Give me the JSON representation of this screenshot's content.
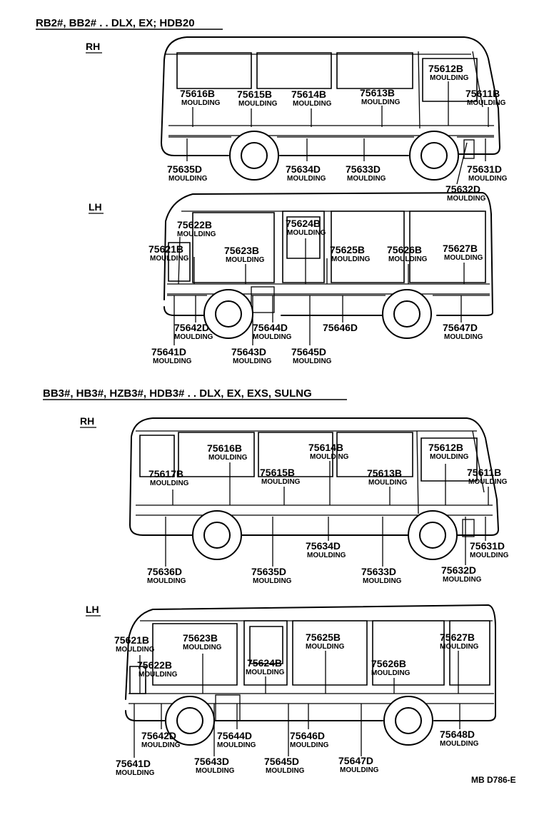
{
  "headers": {
    "section1": "RB2#, BB2# . . DLX, EX; HDB20",
    "section2": "BB3#, HB3#, HZB3#, HDB3# . . DLX, EX, EXS, SULNG"
  },
  "sides": {
    "rh": "RH",
    "lh": "LH"
  },
  "moulding": "MOULDING",
  "reference_code": "MB D786-E",
  "parts": {
    "s1_rh": [
      {
        "pn": "75616B",
        "moulding": true
      },
      {
        "pn": "75615B",
        "moulding": true
      },
      {
        "pn": "75614B",
        "moulding": true
      },
      {
        "pn": "75613B",
        "moulding": true
      },
      {
        "pn": "75612B",
        "moulding": true
      },
      {
        "pn": "75611B",
        "moulding": true
      },
      {
        "pn": "75635D",
        "moulding": true
      },
      {
        "pn": "75634D",
        "moulding": true
      },
      {
        "pn": "75633D",
        "moulding": true
      },
      {
        "pn": "75631D",
        "moulding": true
      },
      {
        "pn": "75632D",
        "moulding": true
      }
    ],
    "s1_lh": [
      {
        "pn": "75622B",
        "moulding": true
      },
      {
        "pn": "75624B",
        "moulding": true
      },
      {
        "pn": "75621B",
        "moulding": true
      },
      {
        "pn": "75623B",
        "moulding": true
      },
      {
        "pn": "75625B",
        "moulding": true
      },
      {
        "pn": "75626B",
        "moulding": true
      },
      {
        "pn": "75627B",
        "moulding": true
      },
      {
        "pn": "75642D",
        "moulding": true
      },
      {
        "pn": "75644D",
        "moulding": true
      },
      {
        "pn": "75646D",
        "moulding": false
      },
      {
        "pn": "75647D",
        "moulding": true
      },
      {
        "pn": "75641D",
        "moulding": true
      },
      {
        "pn": "75643D",
        "moulding": true
      },
      {
        "pn": "75645D",
        "moulding": true
      }
    ],
    "s2_rh": [
      {
        "pn": "75616B",
        "moulding": true
      },
      {
        "pn": "75614B",
        "moulding": true
      },
      {
        "pn": "75612B",
        "moulding": true
      },
      {
        "pn": "75617B",
        "moulding": true
      },
      {
        "pn": "75615B",
        "moulding": true
      },
      {
        "pn": "75613B",
        "moulding": true
      },
      {
        "pn": "75611B",
        "moulding": true
      },
      {
        "pn": "75634D",
        "moulding": true
      },
      {
        "pn": "75631D",
        "moulding": true
      },
      {
        "pn": "75636D",
        "moulding": true
      },
      {
        "pn": "75635D",
        "moulding": true
      },
      {
        "pn": "75633D",
        "moulding": true
      },
      {
        "pn": "75632D",
        "moulding": true
      }
    ],
    "s2_lh": [
      {
        "pn": "75621B",
        "moulding": true
      },
      {
        "pn": "75623B",
        "moulding": true
      },
      {
        "pn": "75625B",
        "moulding": true
      },
      {
        "pn": "75627B",
        "moulding": true
      },
      {
        "pn": "75622B",
        "moulding": true
      },
      {
        "pn": "75624B",
        "moulding": true
      },
      {
        "pn": "75626B",
        "moulding": true
      },
      {
        "pn": "75642D",
        "moulding": true
      },
      {
        "pn": "75644D",
        "moulding": true
      },
      {
        "pn": "75646D",
        "moulding": true
      },
      {
        "pn": "75648D",
        "moulding": true
      },
      {
        "pn": "75641D",
        "moulding": true
      },
      {
        "pn": "75643D",
        "moulding": true
      },
      {
        "pn": "75645D",
        "moulding": true
      },
      {
        "pn": "75647D",
        "moulding": true
      }
    ]
  }
}
